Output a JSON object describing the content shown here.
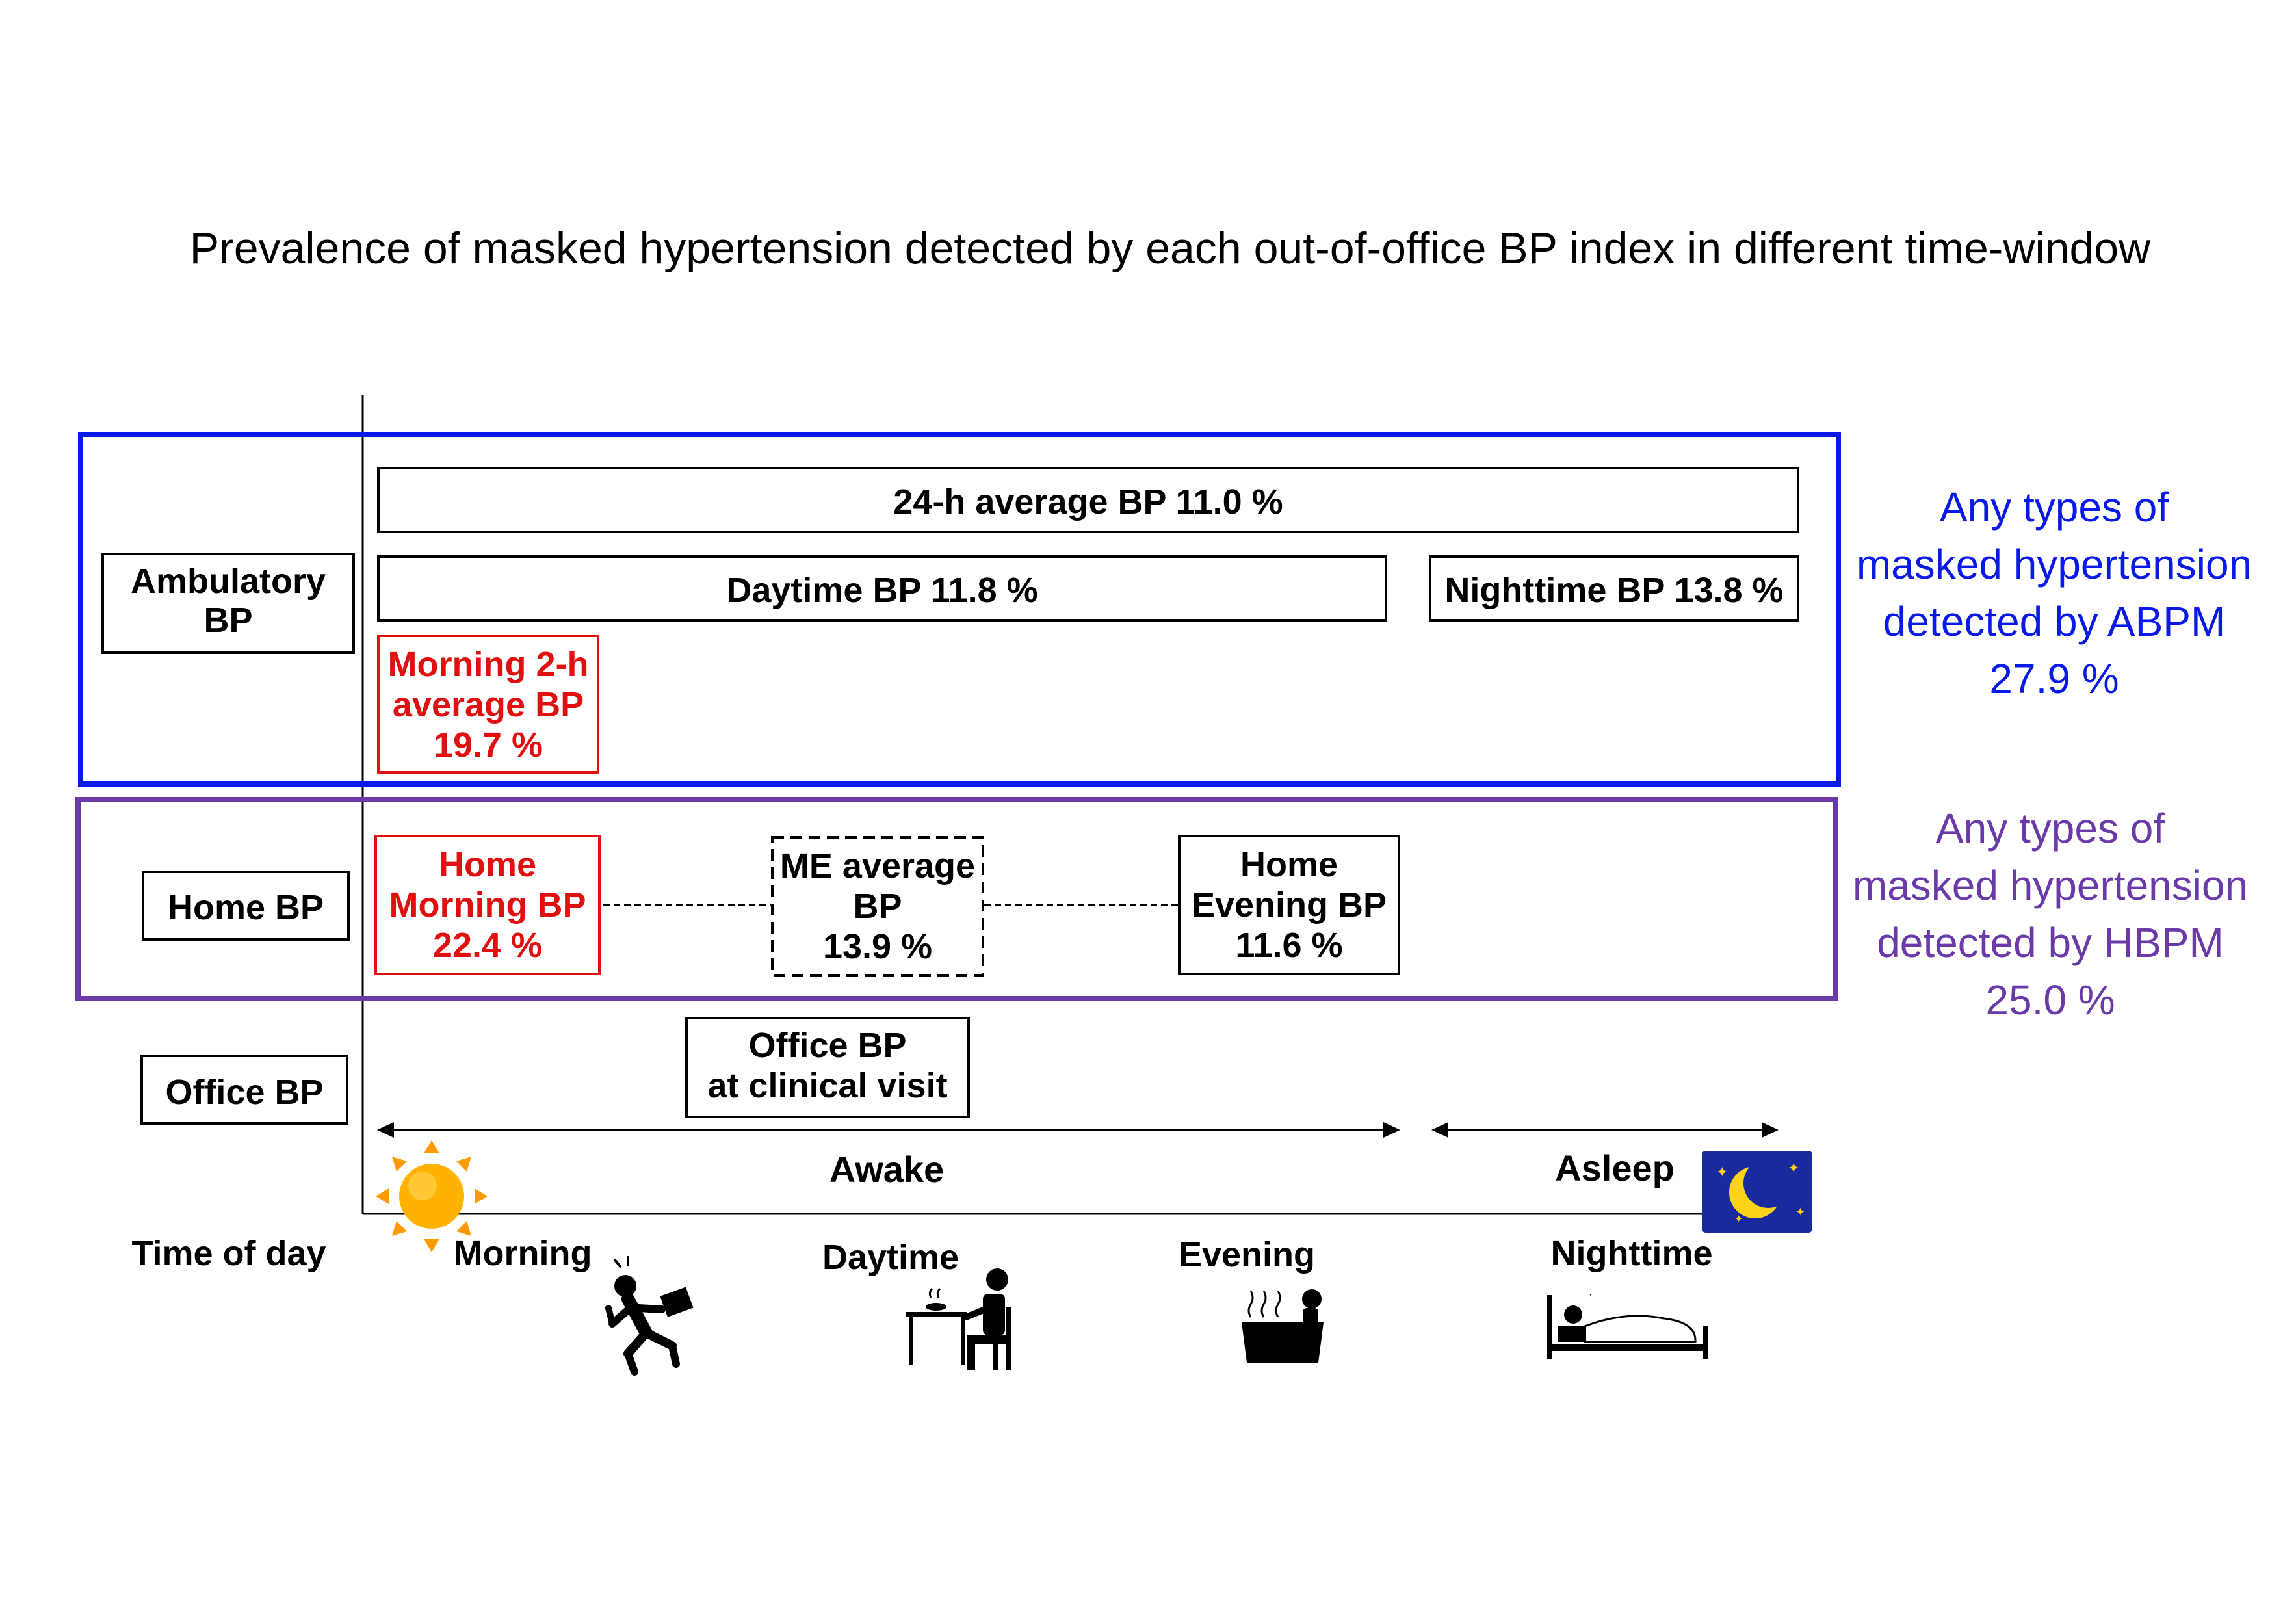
{
  "title": "Prevalence of masked hypertension detected by each out-of-office BP index in different time-window",
  "rows": {
    "ambulatory": "Ambulatory BP",
    "home": "Home BP",
    "office": "Office BP"
  },
  "ambulatory": {
    "avg24": "24-h average BP  11.0 %",
    "daytime": "Daytime BP  11.8 %",
    "nighttime": "Nighttime BP  13.8 %",
    "morning2h": [
      "Morning 2-h",
      "average BP",
      "19.7 %"
    ]
  },
  "home": {
    "morning": [
      "Home",
      "Morning BP",
      "22.4 %"
    ],
    "me": [
      "ME average",
      "BP",
      "13.9 %"
    ],
    "evening": [
      "Home",
      "Evening BP",
      "11.6 %"
    ]
  },
  "office": {
    "visit": [
      "Office BP",
      "at clinical visit"
    ]
  },
  "side": {
    "abpm": [
      "Any types of",
      "masked hypertension",
      "detected by ABPM",
      "27.9 %"
    ],
    "hbpm": [
      "Any types of",
      "masked hypertension",
      "detected by HBPM",
      "25.0 %"
    ]
  },
  "axis": {
    "awake": "Awake",
    "asleep": "Asleep",
    "time_of_day": "Time of day",
    "morning": "Morning",
    "daytime": "Daytime",
    "evening": "Evening",
    "nighttime": "Nighttime"
  },
  "colors": {
    "abpm_frame": "#0a1ae6",
    "hbpm_frame": "#6a3aa8",
    "highlight": "#e01010",
    "night_sky": "#1a2a9c",
    "moon": "#ffd21a",
    "sun": "#ff9a00"
  },
  "icons": [
    "sun-icon",
    "moon-icon",
    "running-person-icon",
    "person-at-table-icon",
    "person-in-bath-icon",
    "person-in-bed-icon"
  ]
}
